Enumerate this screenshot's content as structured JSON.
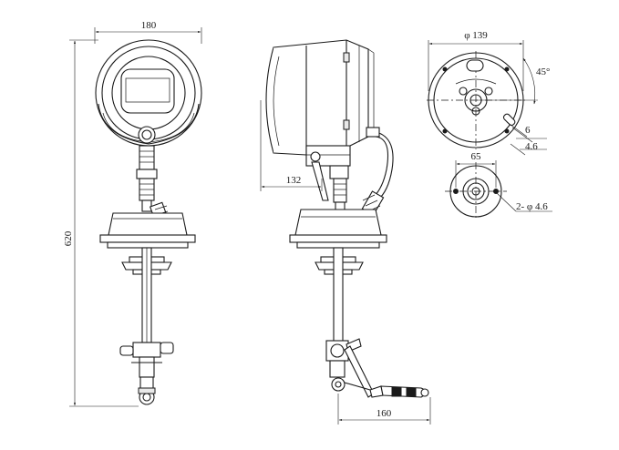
{
  "dimensions": {
    "width_180": "180",
    "height_620": "620",
    "depth_132": "132",
    "reach_160": "160",
    "dia_139": "φ 139",
    "angle_45": "45°",
    "slot_6": "6",
    "slot_4_6": "4.6",
    "base_65": "65",
    "holes_2_4_6": "2- φ 4.6"
  }
}
